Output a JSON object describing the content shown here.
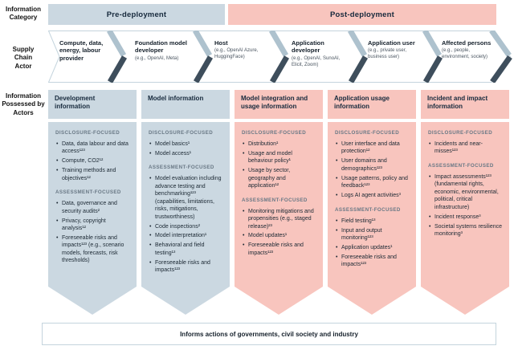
{
  "row_labels": {
    "category": "Information\nCategory",
    "actor": "Supply\nChain\nActor",
    "possessed": "Information\nPossessed by\nActors"
  },
  "phases": [
    {
      "label": "Pre-deployment"
    },
    {
      "label": "Post-deployment"
    }
  ],
  "actors": [
    {
      "name": "Compute, data, energy, labour provider",
      "example": ""
    },
    {
      "name": "Foundation model developer",
      "example": "(e.g., OpenAI, Meta)"
    },
    {
      "name": "Host",
      "example": "(e.g., OpenAI Azure, HuggingFace)"
    },
    {
      "name": "Application developer",
      "example": "(e.g., OpenAI, SunoAI, Elicit, Zoom)"
    },
    {
      "name": "Application user",
      "example": "(e.g., private user, business user)"
    },
    {
      "name": "Affected persons",
      "example": "(e.g., people, environment, society)"
    }
  ],
  "columns": [
    {
      "title": "Development information",
      "theme": "blue",
      "disclosure_label": "DISCLOSURE-FOCUSED",
      "disclosure": [
        "Data, data labour and data access¹²³",
        "Compute, CO2¹²",
        "Training methods and objectives¹²"
      ],
      "assessment_label": "ASSESSMENT-FOCUSED",
      "assessment": [
        "Data, governance and security audits²",
        "Privacy, copyright analysis¹²",
        "Foreseeable risks and impacts¹²³ (e.g., scenario models, forecasts, risk thresholds)"
      ]
    },
    {
      "title": "Model information",
      "theme": "blue",
      "disclosure_label": "DISCLOSURE-FOCUSED",
      "disclosure": [
        "Model basics¹",
        "Model access¹"
      ],
      "assessment_label": "ASSESSMENT-FOCUSED",
      "assessment": [
        "Model evaluation including advance testing and benchmarking¹²³ (capabilities, limitations, risks, mitigations, trustworthiness)",
        "Code inspections²",
        "Model interpretation¹",
        "Behavioral and field testing¹³",
        "Foreseeable risks and impacts¹²³"
      ]
    },
    {
      "title": "Model integration and usage information",
      "theme": "pink",
      "disclosure_label": "DISCLOSURE-FOCUSED",
      "disclosure": [
        "Distribution¹",
        "Usage and model behaviour policy¹",
        "Usage by sector, geography and application¹²"
      ],
      "assessment_label": "ASSESSMENT-FOCUSED",
      "assessment": [
        "Monitoring mitigations and propensities (e.g., staged release)²³",
        "Model updates¹",
        "Foreseeable risks and impacts¹²³"
      ]
    },
    {
      "title": "Application usage information",
      "theme": "pink",
      "disclosure_label": "DISCLOSURE-FOCUSED",
      "disclosure": [
        "User interface and data protection¹²",
        "User domains and demographics¹²³",
        "Usage patterns, policy and feedback¹²³",
        "Logs AI agent activities³"
      ],
      "assessment_label": "ASSESSMENT-FOCUSED",
      "assessment": [
        "Field testing¹³",
        "Input and output monitoring¹²³",
        "Application updates¹",
        "Foreseeable risks and impacts¹²³"
      ]
    },
    {
      "title": "Incident and impact information",
      "theme": "pink",
      "disclosure_label": "DISCLOSURE-FOCUSED",
      "disclosure": [
        "Incidents and near-misses¹²³"
      ],
      "assessment_label": "ASSESSMENT-FOCUSED",
      "assessment": [
        "Impact assessments¹²³ (fundamental rights, economic, environmental, political, critical infrastructure)",
        "Incident response³",
        "Societal systems resilience monitoring³"
      ]
    }
  ],
  "footer": "Informs actions of governments, civil society and industry",
  "colors": {
    "phase_pre_bg": "#cbd8e1",
    "phase_post_bg": "#f8c5be",
    "column_blue_bg": "#cbd8e1",
    "column_pink_bg": "#f8c5be",
    "heading_navy": "#16293c",
    "chevron_light": "#aec2ce",
    "chevron_dark": "#3e4e5c",
    "band_border": "#c4d4dd",
    "focus_label_gray": "#697885"
  }
}
